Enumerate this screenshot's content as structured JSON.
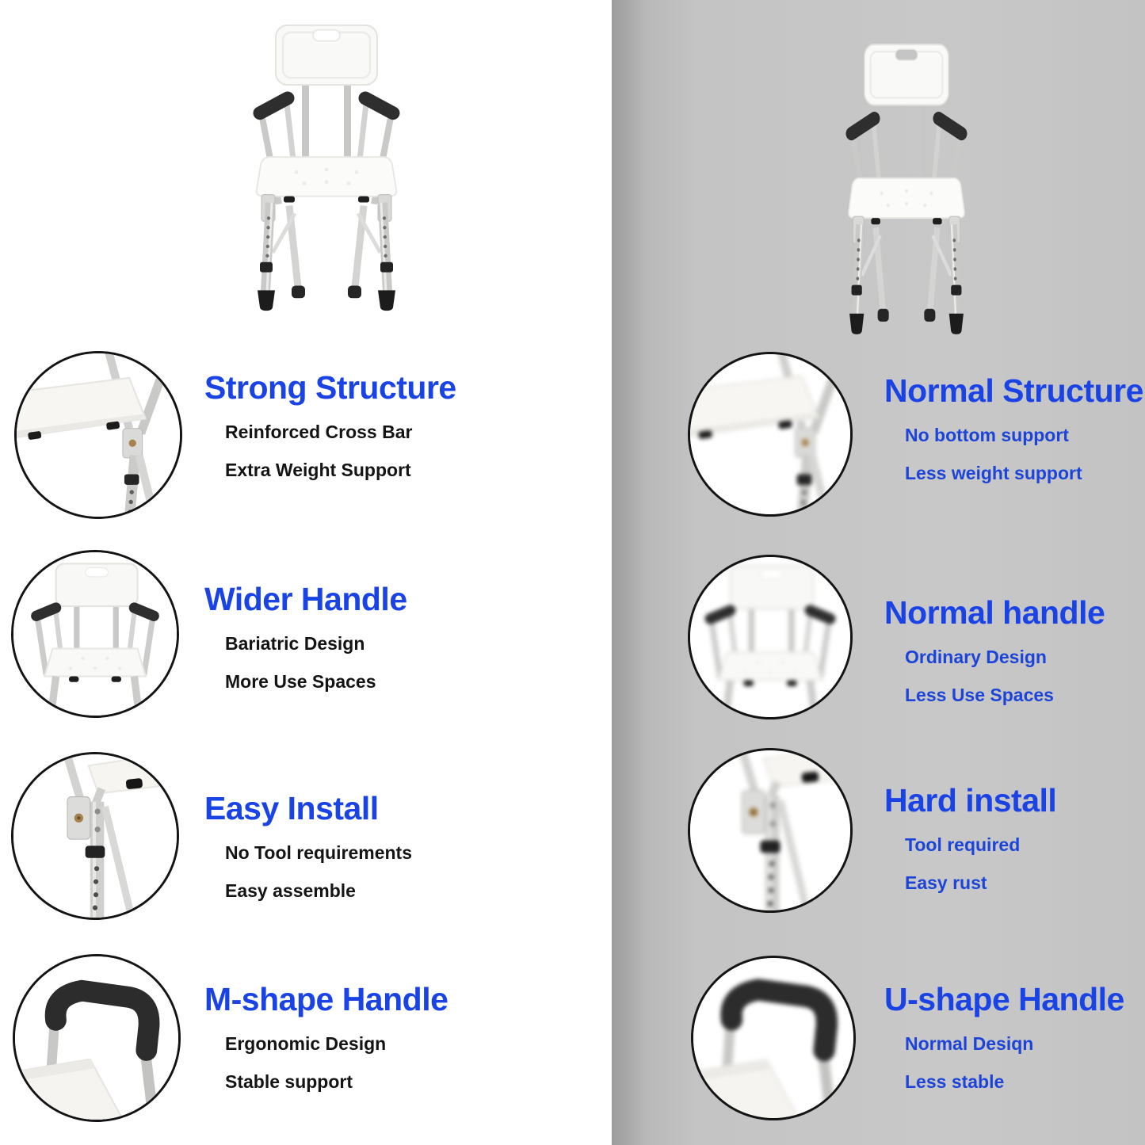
{
  "colors": {
    "accent_blue": "#1a43e6",
    "right_sub_blue": "#1c44d8",
    "left_background": "#ffffff",
    "right_background": "#c4c4c4",
    "dark_text": "#141414",
    "circle_border": "#141414"
  },
  "images": {
    "left_photo": "shower-chair-front-photo",
    "right_photo": "shower-chair-front-photo"
  },
  "panels": {
    "left": {
      "features": [
        {
          "title": "Strong Structure",
          "lines": [
            "Reinforced Cross Bar",
            "Extra Weight Support"
          ],
          "icon": "seat-crossbar-zoom-icon"
        },
        {
          "title": "Wider Handle",
          "lines": [
            "Bariatric Design",
            "More Use Spaces"
          ],
          "icon": "chair-back-zoom-icon"
        },
        {
          "title": "Easy Install",
          "lines": [
            "No Tool requirements",
            "Easy assemble"
          ],
          "icon": "leg-joint-zoom-icon"
        },
        {
          "title": "M-shape Handle",
          "lines": [
            "Ergonomic Design",
            "Stable support"
          ],
          "icon": "armrest-handle-zoom-icon"
        }
      ]
    },
    "right": {
      "features": [
        {
          "title": "Normal Structure",
          "lines": [
            "No bottom support",
            "Less weight support"
          ],
          "icon": "seat-crossbar-zoom-blurred-icon"
        },
        {
          "title": "Normal handle",
          "lines": [
            "Ordinary Design",
            "Less Use Spaces"
          ],
          "icon": "chair-back-zoom-blurred-icon"
        },
        {
          "title": "Hard install",
          "lines": [
            "Tool required",
            "Easy rust"
          ],
          "icon": "leg-joint-zoom-blurred-icon"
        },
        {
          "title": "U-shape Handle",
          "lines": [
            "Normal Desiqn",
            "Less stable"
          ],
          "icon": "armrest-handle-zoom-blurred-icon"
        }
      ]
    }
  }
}
